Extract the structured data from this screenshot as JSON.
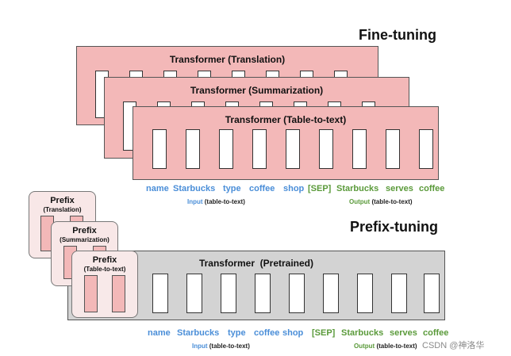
{
  "fine_tuning": {
    "title": "Fine-tuning",
    "transformers": [
      {
        "label": "Transformer (Translation)"
      },
      {
        "label": "Transformer (Summarization)"
      },
      {
        "label": "Transformer (Table-to-text)"
      }
    ],
    "input_tokens": [
      "name",
      "Starbucks",
      "type",
      "coffee",
      "shop"
    ],
    "output_tokens": [
      "[SEP]",
      "Starbucks",
      "serves",
      "coffee"
    ],
    "input_caption_key": "Input",
    "input_caption_rest": " (table-to-text)",
    "output_caption_key": "Output",
    "output_caption_rest": " (table-to-text)"
  },
  "prefix_tuning": {
    "title": "Prefix-tuning",
    "transformer_label": "Transformer  (Pretrained)",
    "prefixes": [
      {
        "label": "Prefix",
        "sub": "(Translation)"
      },
      {
        "label": "Prefix",
        "sub": "(Summarization)"
      },
      {
        "label": "Prefix",
        "sub": "(Table-to-text)"
      }
    ],
    "input_tokens": [
      "name",
      "Starbucks",
      "type",
      "coffee",
      "shop"
    ],
    "output_tokens": [
      "[SEP]",
      "Starbucks",
      "serves",
      "coffee"
    ],
    "input_caption_key": "Input",
    "input_caption_rest": " (table-to-text)",
    "output_caption_key": "Output",
    "output_caption_rest": " (table-to-text)"
  },
  "watermark": "CSDN @神洛华",
  "colors": {
    "pink": "#f3b8b8",
    "gray": "#d3d3d3",
    "input_blue": "#4a8ed8",
    "output_green": "#5a9a3a"
  }
}
